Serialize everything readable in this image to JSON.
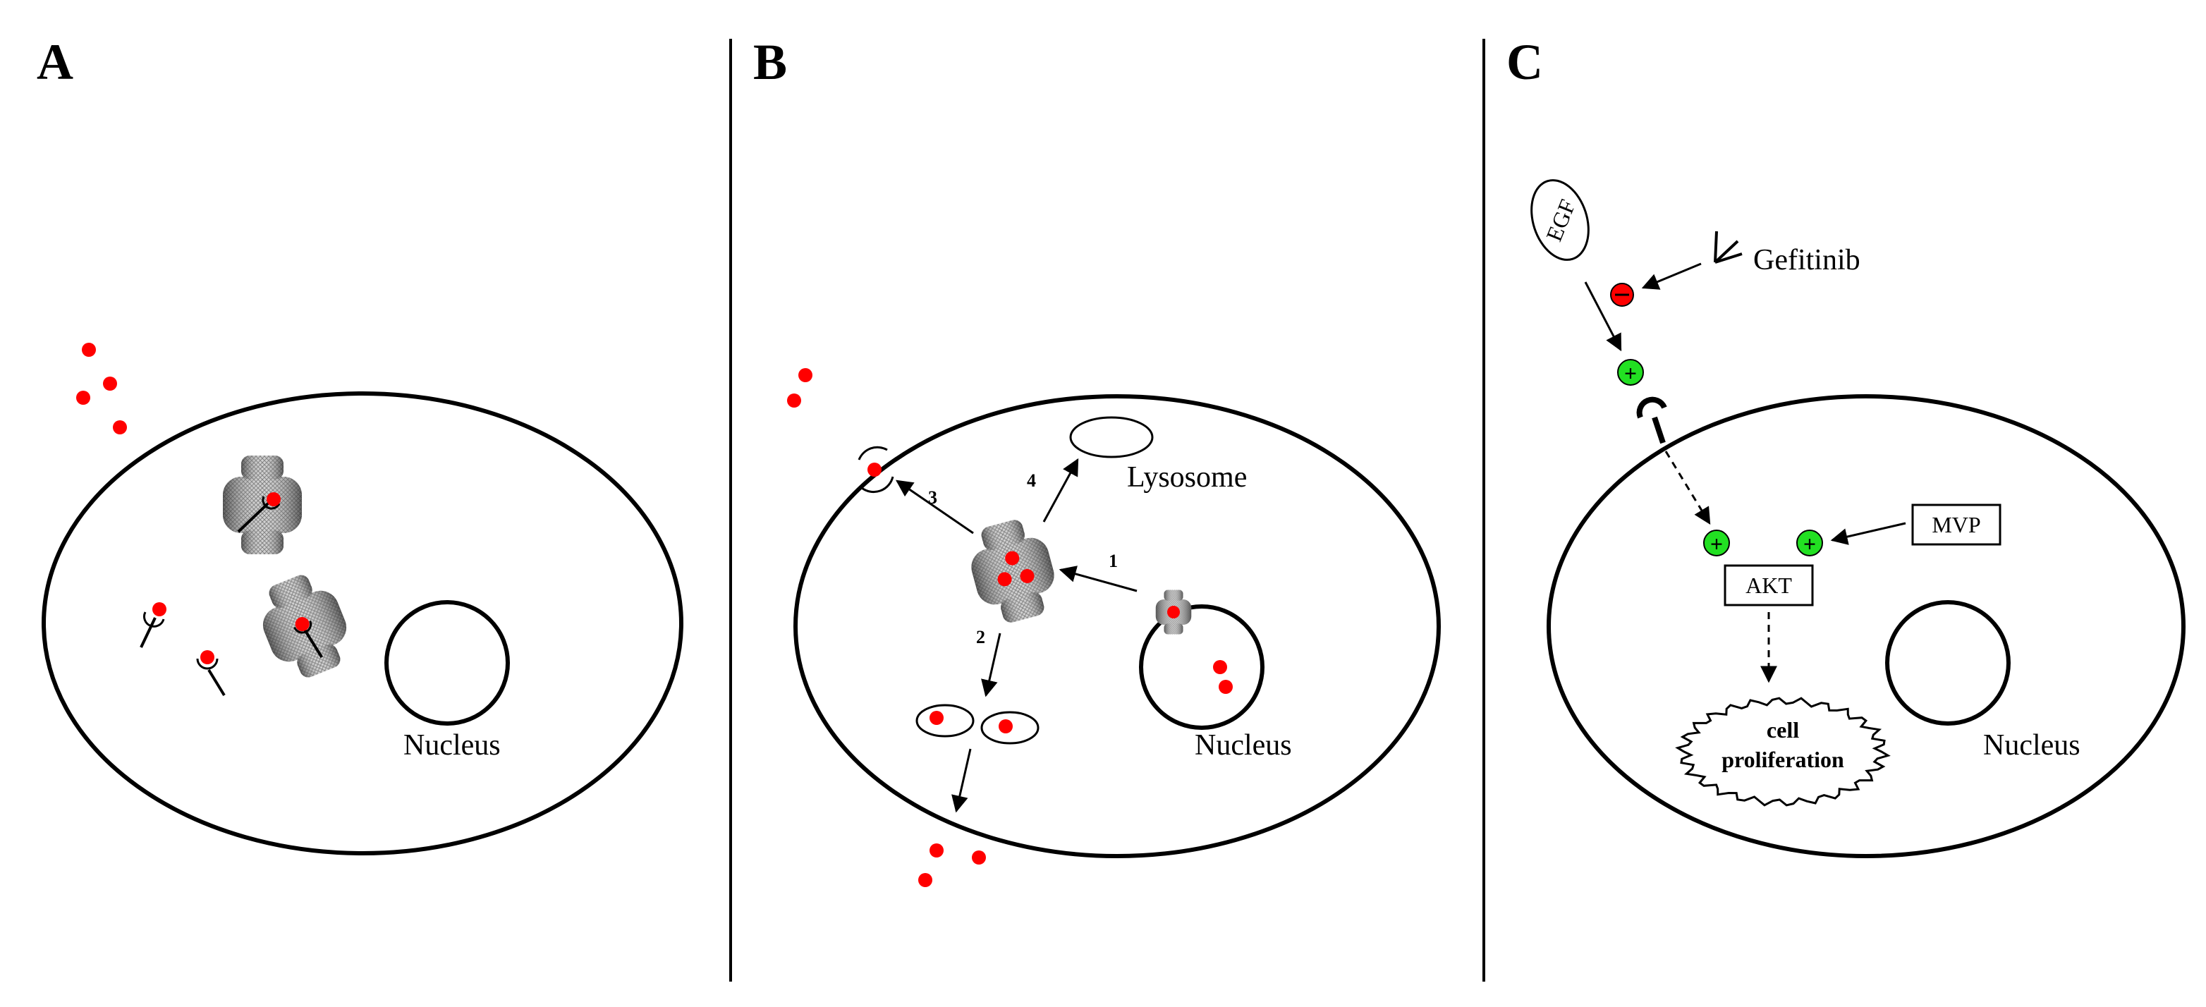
{
  "panels": {
    "a": {
      "letter": "A",
      "nucleus_label": "Nucleus"
    },
    "b": {
      "letter": "B",
      "nucleus_label": "Nucleus",
      "lysosome_label": "Lysosome",
      "steps": [
        "1",
        "2",
        "3",
        "4"
      ]
    },
    "c": {
      "letter": "C",
      "nucleus_label": "Nucleus",
      "egf_label": "EGF",
      "gefitinib_label": "Gefitinib",
      "mvp_label": "MVP",
      "akt_label": "AKT",
      "outcome_label_line1": "cell",
      "outcome_label_line2": "proliferation",
      "activation_symbol": "+"
    }
  },
  "colors": {
    "ligand": "#ff0000",
    "activated": "#22e022",
    "inhibited": "#ff0000",
    "vault": "#9a9a9a",
    "stroke": "#000000"
  },
  "icons": {
    "vault": "vault-particle-icon",
    "receptor": "y-receptor-icon",
    "ligand": "red-dot-icon",
    "activation": "plus-circle-icon",
    "inhibition": "minus-circle-icon"
  }
}
